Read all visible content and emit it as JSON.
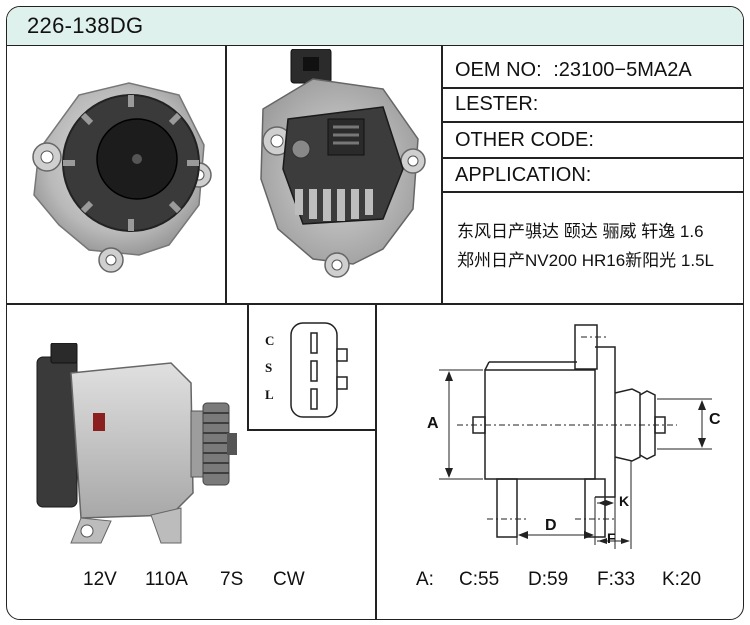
{
  "title": "226-138DG",
  "info": {
    "oem_label": "OEM NO:",
    "oem_value": ":23100−5MA2A",
    "lester_label": "LESTER:",
    "other_code_label": "OTHER CODE:",
    "application_label": "APPLICATION:",
    "application_lines": [
      "东风日产骐达 颐达 骊威 轩逸 1.6",
      "郑州日产NV200 HR16新阳光 1.5L"
    ]
  },
  "connector": {
    "pins": [
      "C",
      "S",
      "L"
    ]
  },
  "specs": {
    "voltage": "12V",
    "current": "110A",
    "pulley": "7S",
    "rotation": "CW"
  },
  "dimensions": {
    "label_a": "A:",
    "c": "C:55",
    "d": "D:59",
    "f": "F:33",
    "k": "K:20",
    "diagram_a": "A",
    "diagram_c": "C",
    "diagram_d": "D",
    "diagram_f": "F",
    "diagram_k": "K"
  },
  "colors": {
    "title_bg": "#dff1ec",
    "border": "#222222"
  }
}
